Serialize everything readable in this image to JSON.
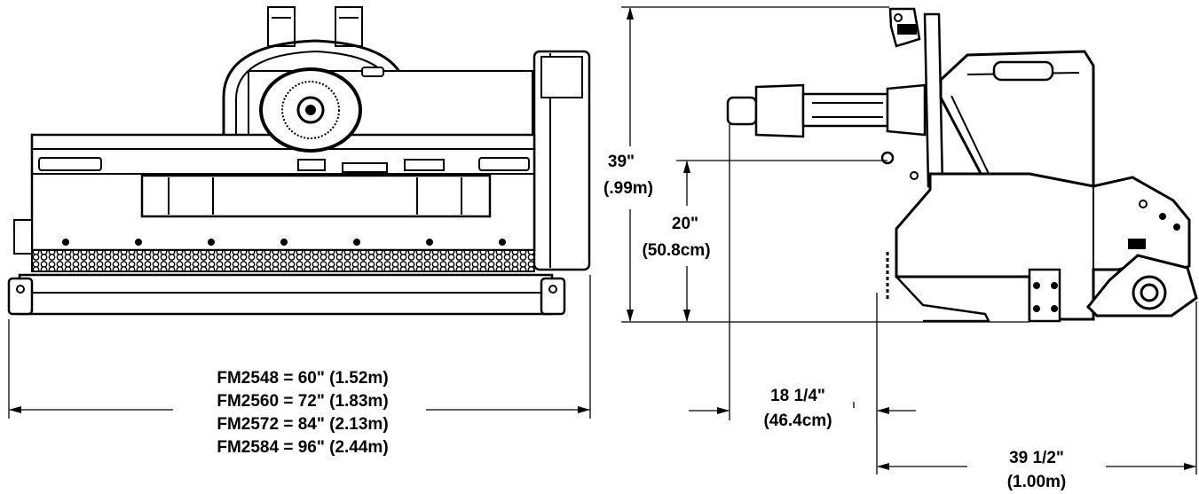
{
  "front_view": {
    "width_specs": [
      "FM2548 = 60\" (1.52m)",
      "FM2560 = 72\" (1.83m)",
      "FM2572 = 84\" (2.13m)",
      "FM2584 = 96\" (2.44m)"
    ]
  },
  "side_view": {
    "overall_height": {
      "imperial": "39\"",
      "metric": "(.99m)"
    },
    "hitch_height": {
      "imperial": "20\"",
      "metric": "(50.8cm)"
    },
    "offset": {
      "imperial": "18 1/4\"",
      "metric": "(46.4cm)"
    },
    "depth": {
      "imperial": "39 1/2\"",
      "metric": "(1.00m)"
    }
  }
}
